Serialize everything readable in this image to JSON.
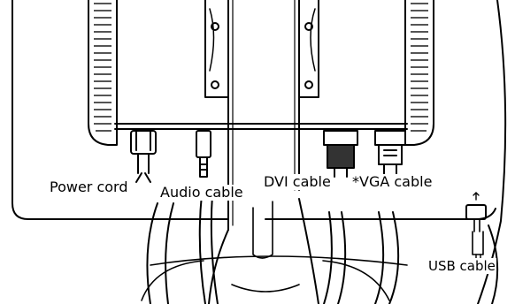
{
  "labels": {
    "power_cord": "Power cord",
    "audio_cable": "Audio cable",
    "dvi_cable": "DVI cable",
    "vga_cable": "*VGA cable",
    "usb_cable": "USB cable"
  },
  "colors": {
    "line": "#000000",
    "background": "#ffffff",
    "vent": "#555555"
  }
}
